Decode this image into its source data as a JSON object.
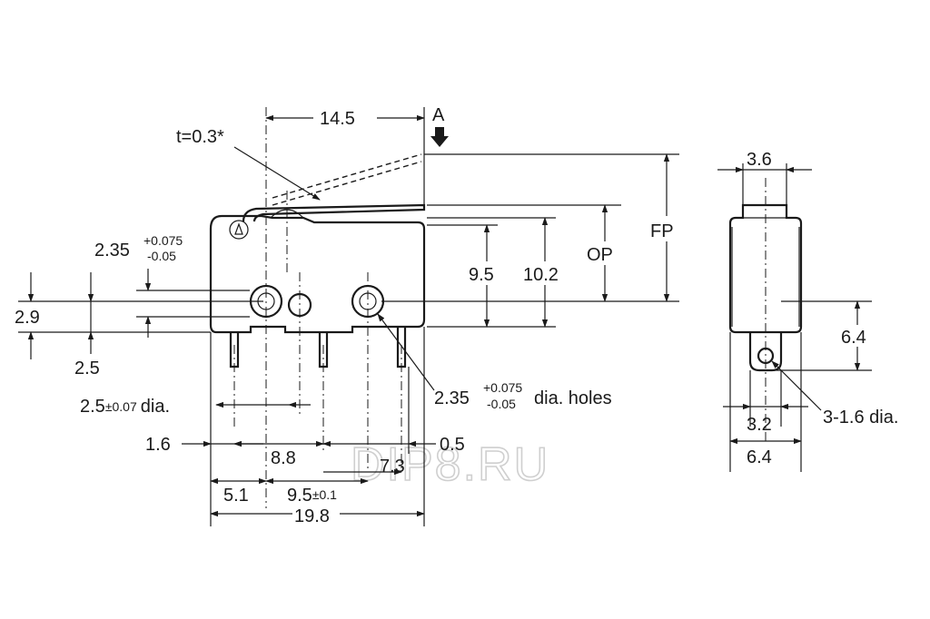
{
  "watermark": "DIP8.RU",
  "front_view": {
    "lever_thickness": "t=0.3*",
    "lever_reach": "14.5",
    "force_arrow_label": "A",
    "hole_dia_main": "2.35",
    "hole_tol_plus": "+0.075",
    "hole_tol_minus": "-0.05",
    "op_height": "9.5",
    "fp_height": "10.2",
    "op_label": "OP",
    "fp_label": "FP",
    "left_offset": "2.9",
    "left_bottom": "2.5",
    "pin_dia_value": "2.5",
    "pin_dia_tol": "±0.07",
    "pin_dia_suffix": "dia.",
    "holes_dia_value": "2.35",
    "holes_tol_plus": "+0.075",
    "holes_tol_minus": "-0.05",
    "holes_suffix": "dia. holes",
    "dim_1_6": "1.6",
    "dim_8_8": "8.8",
    "dim_0_5": "0.5",
    "dim_7_3": "7.3",
    "dim_5_1": "5.1",
    "dim_9_5": "9.5",
    "dim_9_5_tol": "±0.1",
    "dim_19_8": "19.8"
  },
  "side_view": {
    "top_width": "3.6",
    "terminal_height": "6.4",
    "terminal_hole": "3-1.6 dia.",
    "mid_width": "3.2",
    "total_width": "6.4"
  }
}
